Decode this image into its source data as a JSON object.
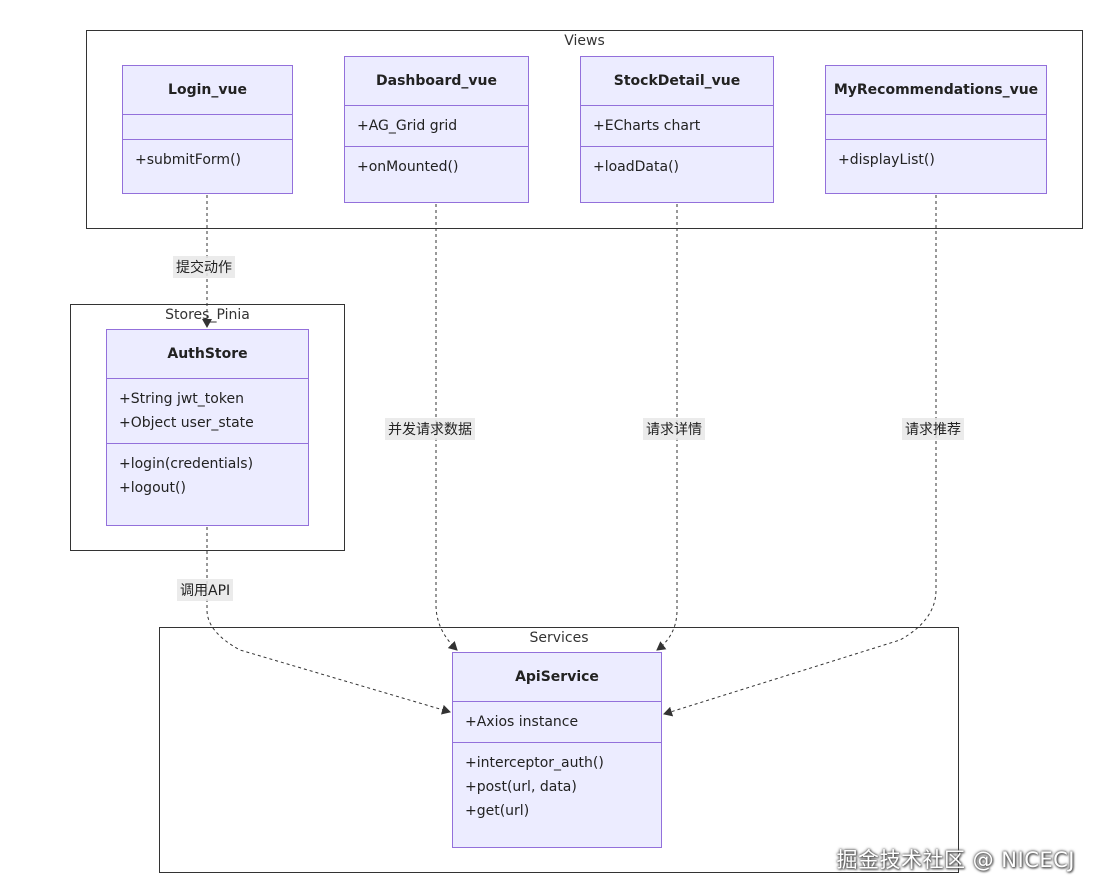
{
  "groups": {
    "views": "Views",
    "stores": "Stores_Pinia",
    "services": "Services"
  },
  "classes": {
    "login": {
      "name": "Login_vue",
      "attributes": [],
      "methods": [
        "+submitForm()"
      ]
    },
    "dashboard": {
      "name": "Dashboard_vue",
      "attributes": [
        "+AG_Grid grid"
      ],
      "methods": [
        "+onMounted()"
      ]
    },
    "stockdetail": {
      "name": "StockDetail_vue",
      "attributes": [
        "+ECharts chart"
      ],
      "methods": [
        "+loadData()"
      ]
    },
    "myrec": {
      "name": "MyRecommendations_vue",
      "attributes": [],
      "methods": [
        "+displayList()"
      ]
    },
    "authstore": {
      "name": "AuthStore",
      "attributes": [
        "+String jwt_token",
        "+Object user_state"
      ],
      "methods": [
        "+login(credentials)",
        "+logout()"
      ]
    },
    "apiservice": {
      "name": "ApiService",
      "attributes": [
        "+Axios instance"
      ],
      "methods": [
        "+interceptor_auth()",
        "+post(url, data)",
        "+get(url)"
      ]
    }
  },
  "edges": {
    "login_to_auth": "提交动作",
    "auth_to_api": "调用API",
    "dashboard_to_api": "并发请求数据",
    "stock_to_api": "请求详情",
    "myrec_to_api": "请求推荐"
  },
  "colors": {
    "class_fill": "#ECECFF",
    "class_border": "#9370DB",
    "edge": "#333333"
  },
  "watermark": "掘金技术社区 @ NICECJ"
}
